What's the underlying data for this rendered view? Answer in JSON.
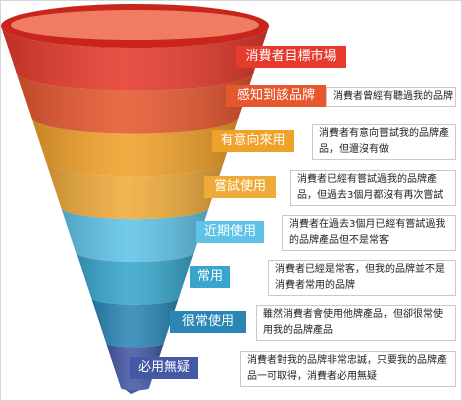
{
  "funnel": {
    "levels": [
      {
        "title": "消費者目標市場",
        "description_lines": [],
        "color": "#e53a2c"
      },
      {
        "title": "感知到該品牌",
        "description_lines": [
          "消費者曾經有聽過我的品牌"
        ],
        "color": "#e6572e"
      },
      {
        "title": "有意向來用",
        "description_lines": [
          "消費者有意向嘗試我的品牌產",
          "品，但還沒有做"
        ],
        "color": "#f0a12a"
      },
      {
        "title": "嘗試使用",
        "description_lines": [
          "消費者已經有嘗試過我的品牌產",
          "品，但過去3個月都沒有再次嘗試"
        ],
        "color": "#efab3a"
      },
      {
        "title": "近期使用",
        "description_lines": [
          "消費者在過去3個月已經有嘗試過我",
          "的品牌產品但不是常客"
        ],
        "color": "#5fc3e8"
      },
      {
        "title": "常用",
        "description_lines": [
          "消費者已經是常客，但我的品牌並不是",
          "消費者常用的品牌"
        ],
        "color": "#38a6cc"
      },
      {
        "title": "很常使用",
        "description_lines": [
          "雖然消費者會使用他牌產品，但卻很常使",
          "用我的品牌產品"
        ],
        "color": "#2a86b4"
      },
      {
        "title": "必用無疑",
        "description_lines": [
          "消費者對我的品牌非常忠誠，只要我的品牌產",
          "品一可取得，消費者必用無疑"
        ],
        "color": "#4458a6"
      }
    ]
  }
}
